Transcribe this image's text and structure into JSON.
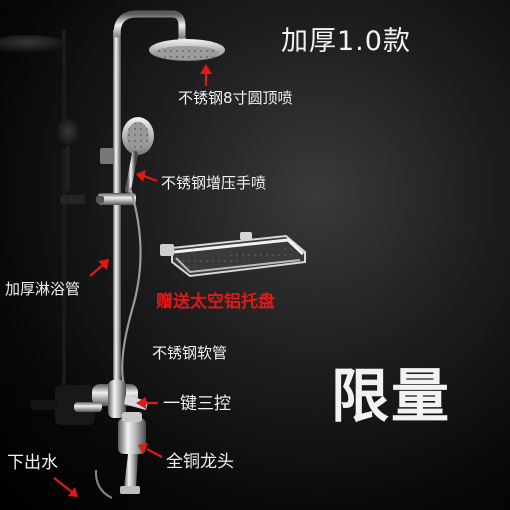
{
  "title": "加厚1.0款",
  "labels": {
    "top_shower": "不锈钢8寸圆顶喷",
    "hand_shower": "不锈钢增压手喷",
    "thick_pipe": "加厚淋浴管",
    "gift": "赠送太空铝托盘",
    "hose": "不锈钢软管",
    "valve": "一键三控",
    "faucet": "全铜龙头",
    "outlet": "下出水"
  },
  "promo": "限量",
  "colors": {
    "background": "#000000",
    "text": "#f2f2f2",
    "gift_text": "#e01818",
    "arrow": "#e01818",
    "chrome": "#c8c8c8"
  }
}
